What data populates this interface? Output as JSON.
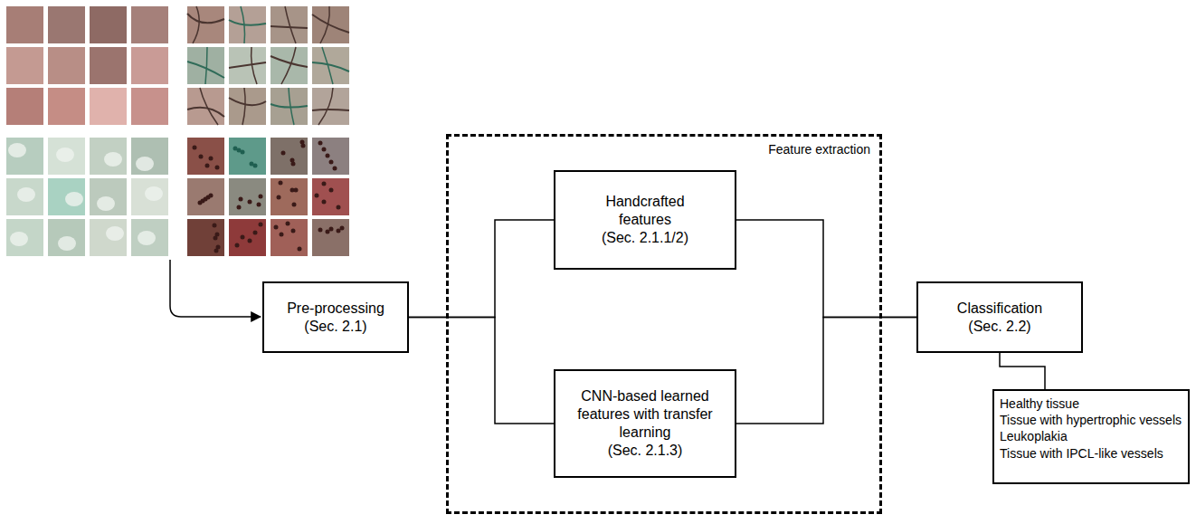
{
  "diagram": {
    "nodes": [
      {
        "text": [
          "Pre-processing",
          "(Sec. 2.1)"
        ]
      },
      {
        "text": [
          "Feature extraction"
        ]
      },
      {
        "text": [
          "Handcrafted features",
          "(Sec. 2.1.1/2)"
        ],
        "in": 1
      },
      {
        "text": [
          "CNN-based learned features with transfer learning",
          "(Sec. 2.1.3)"
        ],
        "in": 1
      },
      {
        "text": [
          "Classification",
          "(Sec. 2.2)"
        ]
      },
      {
        "text": [
          "Healthy tissue",
          "Tissue with hypertrophic vessels",
          "Leukoplakia",
          "Tissue with IPCL-like vessels"
        ]
      }
    ],
    "edges": [
      {
        "from": 0,
        "to": 2,
        "arrow": "none"
      },
      {
        "from": 0,
        "to": 3,
        "arrow": "none"
      },
      {
        "from": 2,
        "to": 4,
        "arrow": "none"
      },
      {
        "from": 3,
        "to": 4,
        "arrow": "none"
      },
      {
        "from": 4,
        "to": 5,
        "arrow": "none"
      }
    ]
  }
}
